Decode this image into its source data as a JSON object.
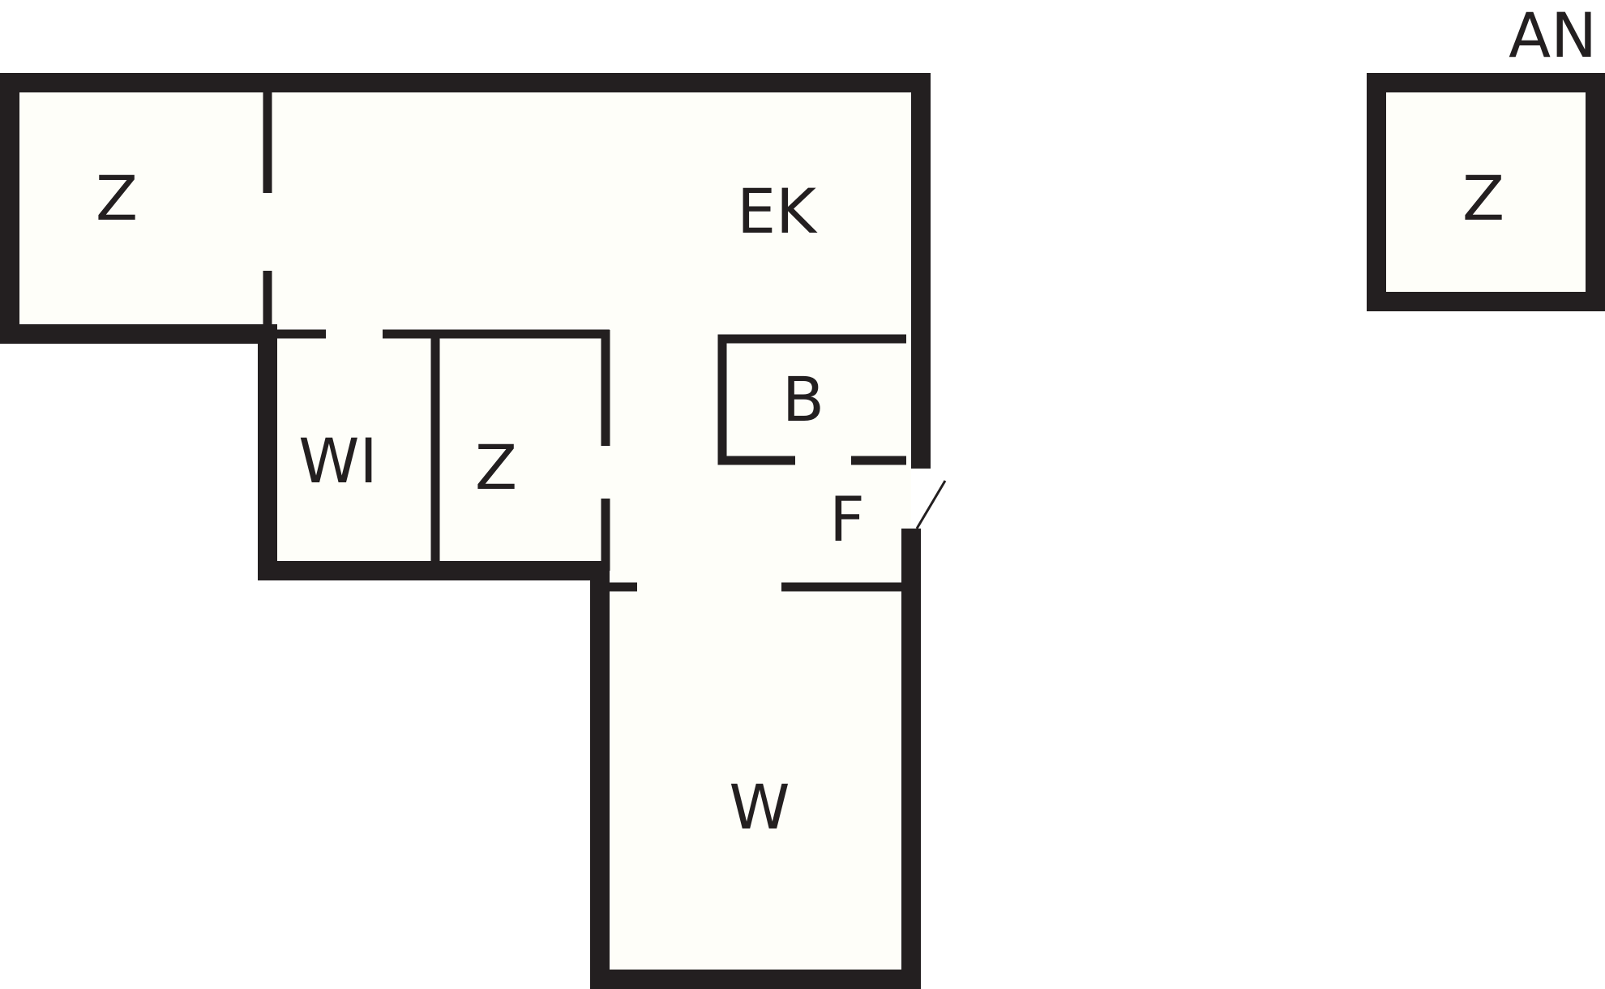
{
  "rooms": {
    "z_top_left": "Z",
    "ek": "EK",
    "wi": "WI",
    "z_middle": "Z",
    "b": "B",
    "f": "F",
    "w": "W",
    "z_annex": "Z"
  },
  "annex_tag": "AN",
  "colors": {
    "wall": "#231f20",
    "floor": "#fefef9",
    "background": "#ffffff"
  }
}
